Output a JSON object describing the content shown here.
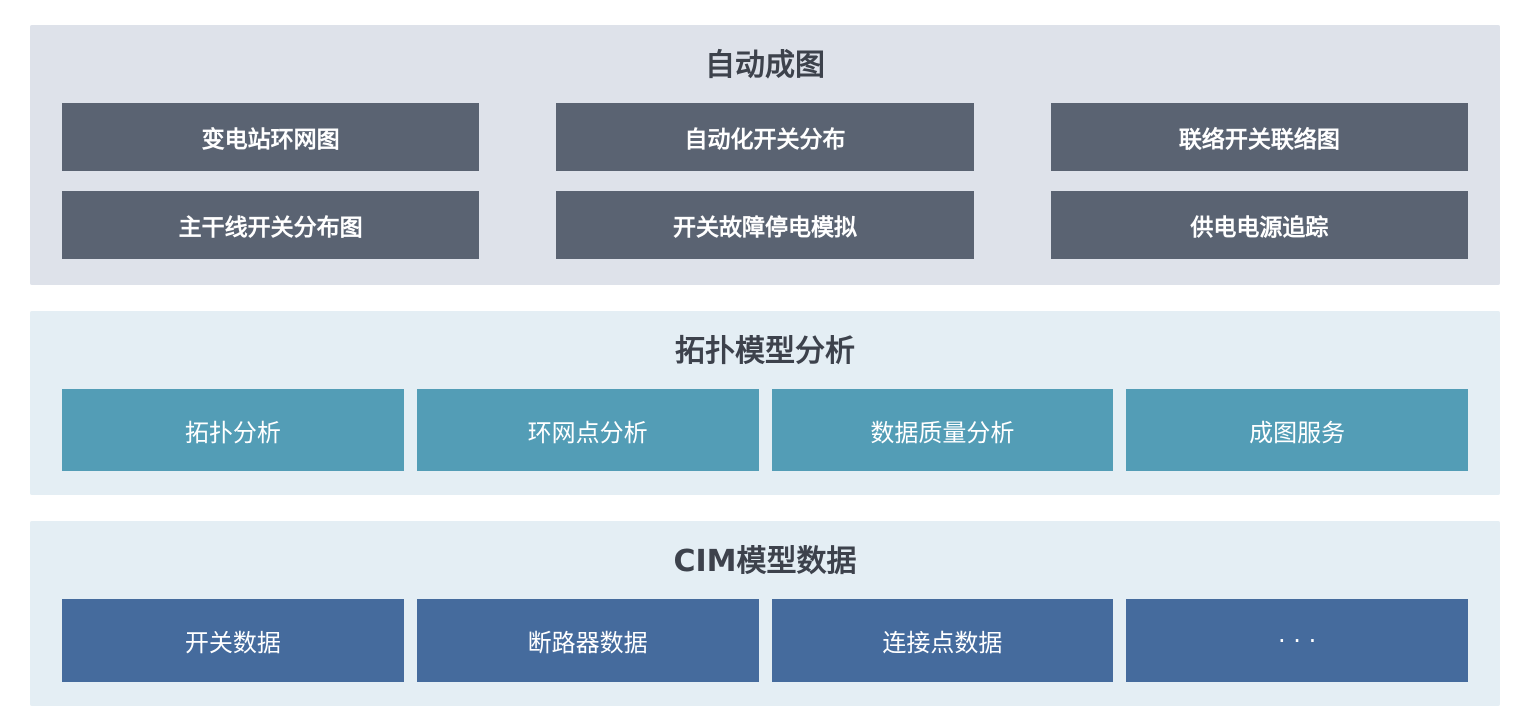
{
  "diagram": {
    "layers": [
      {
        "id": "auto-mapping",
        "title": "自动成图",
        "buttons": [
          "变电站环网图",
          "自动化开关分布",
          "联络开关联络图",
          "主干线开关分布图",
          "开关故障停电模拟",
          "供电电源追踪"
        ]
      },
      {
        "id": "topology-model-analysis",
        "title": "拓扑模型分析",
        "buttons": [
          "拓扑分析",
          "环网点分析",
          "数据质量分析",
          "成图服务"
        ]
      },
      {
        "id": "cim-model-data",
        "title": "CIM模型数据",
        "buttons": [
          "开关数据",
          "断路器数据",
          "连接点数据",
          "· · ·"
        ]
      }
    ],
    "colors": {
      "layer1_bg": "#dee2ea",
      "layer1_block": "#5a6372",
      "layer2_bg": "#e4eef4",
      "layer2_block": "#539db6",
      "layer3_bg": "#e4eef4",
      "layer3_block": "#456b9d",
      "title_text": "#3d424c",
      "block_text": "#ffffff"
    }
  }
}
